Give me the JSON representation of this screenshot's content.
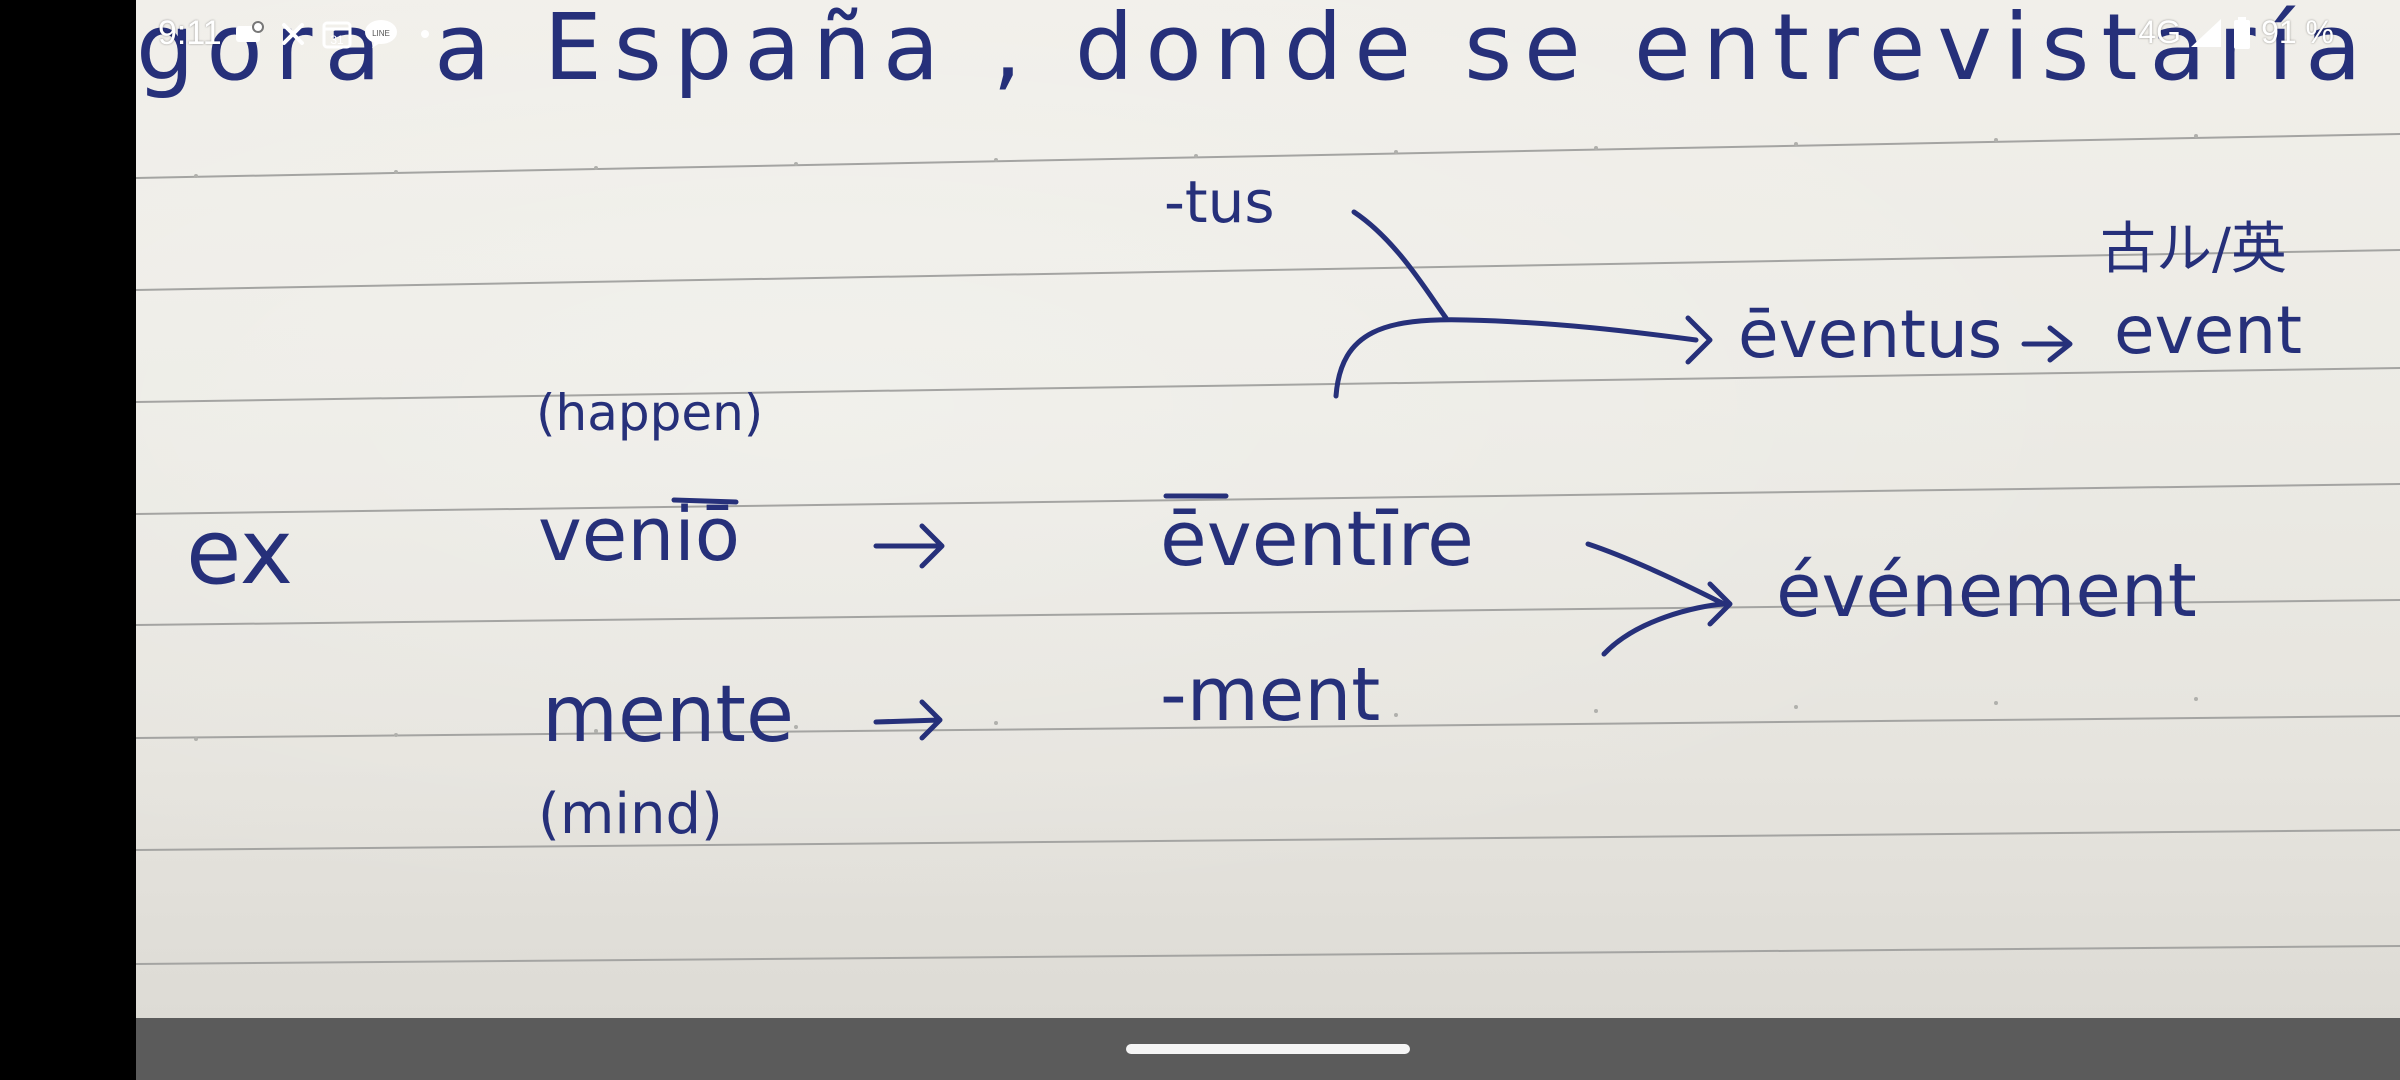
{
  "status_bar": {
    "time": "9:11",
    "network": "4G",
    "battery": "91 %",
    "icons": [
      "notification-icon",
      "close-badge-icon",
      "calendar-icon",
      "line-app-icon",
      "dot-icon",
      "signal-icon",
      "battery-icon"
    ]
  },
  "note": {
    "top_line": "gora a España , donde se entrevistaría",
    "tus": "-tus",
    "kanji": "古ル/英",
    "eventus": "ēventus",
    "event": "event",
    "happen": "(happen)",
    "ex": "ex",
    "venio": "veniō",
    "eventire": "ēventīre",
    "evenement": "événement",
    "mente": "mente",
    "ment": "-ment",
    "mind": "(mind)"
  },
  "colors": {
    "ink": "#26307a",
    "paper": "#eceae4",
    "ruling": "#9a9a9a",
    "navbar": "#5b5b5b"
  }
}
